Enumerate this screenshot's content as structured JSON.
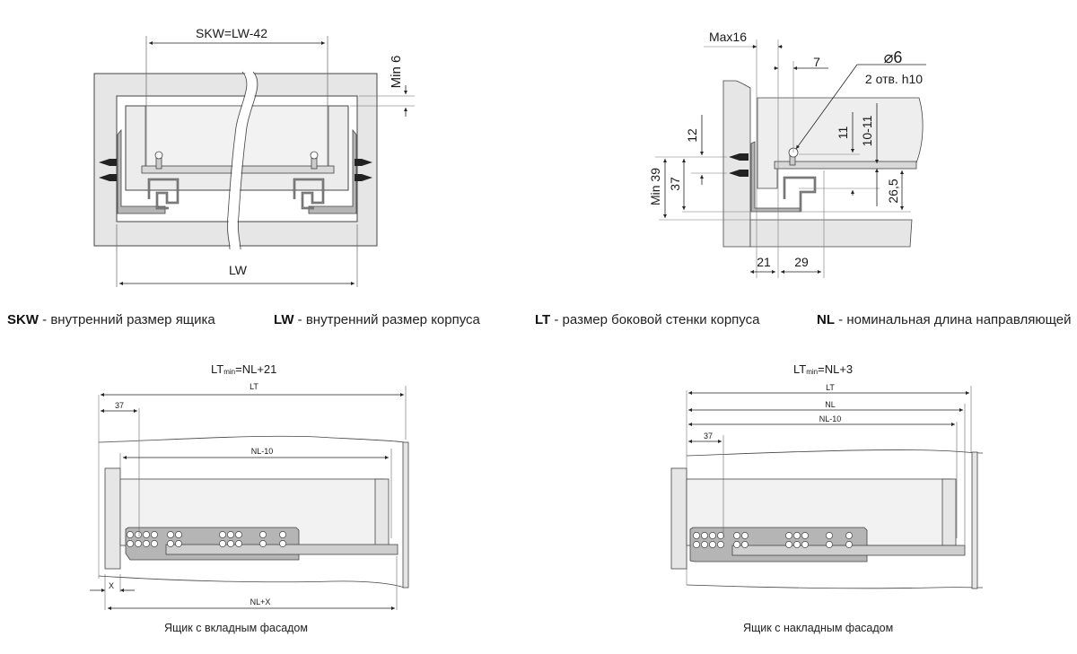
{
  "top_left": {
    "skw_label": "SKW=LW-42",
    "min6_label": "Min 6",
    "lw_label": "LW"
  },
  "top_right": {
    "max16_label": "Max16",
    "dim7_label": "7",
    "diam_label": "⌀6",
    "holes_label": "2 отв. h10",
    "dim12_label": "12",
    "dim11_label": "11",
    "dim10_11_label": "10-11",
    "min39_label": "Min 39",
    "dim37_label": "37",
    "dim26_5_label": "26,5",
    "dim21_label": "21",
    "dim29_label": "29"
  },
  "legend": [
    {
      "abbr": "SKW",
      "text": " - внутренний размер ящика"
    },
    {
      "abbr": "LW",
      "text": " - внутренний размер корпуса"
    },
    {
      "abbr": "LT",
      "text": " - размер боковой стенки корпуса"
    },
    {
      "abbr": "NL",
      "text": " - номинальная длина направляющей"
    }
  ],
  "bottom_left": {
    "formula_main": "LT",
    "formula_sub": "min",
    "formula_rest": "=NL+21",
    "lt_label": "LT",
    "dim37_label": "37",
    "nl10_label": "NL-10",
    "x_label": "X",
    "nlx_label": "NL+X",
    "caption": "Ящик с вкладным фасадом"
  },
  "bottom_right": {
    "formula_main": "LT",
    "formula_sub": "min",
    "formula_rest": "=NL+3",
    "lt_label": "LT",
    "nl_label": "NL",
    "nl10_label": "NL-10",
    "dim37_label": "37",
    "caption": "Ящик с накладным фасадом"
  },
  "colors": {
    "panel_fill": "#e6e6e6",
    "rail_fill": "#b5b5b5",
    "line": "#333333"
  }
}
